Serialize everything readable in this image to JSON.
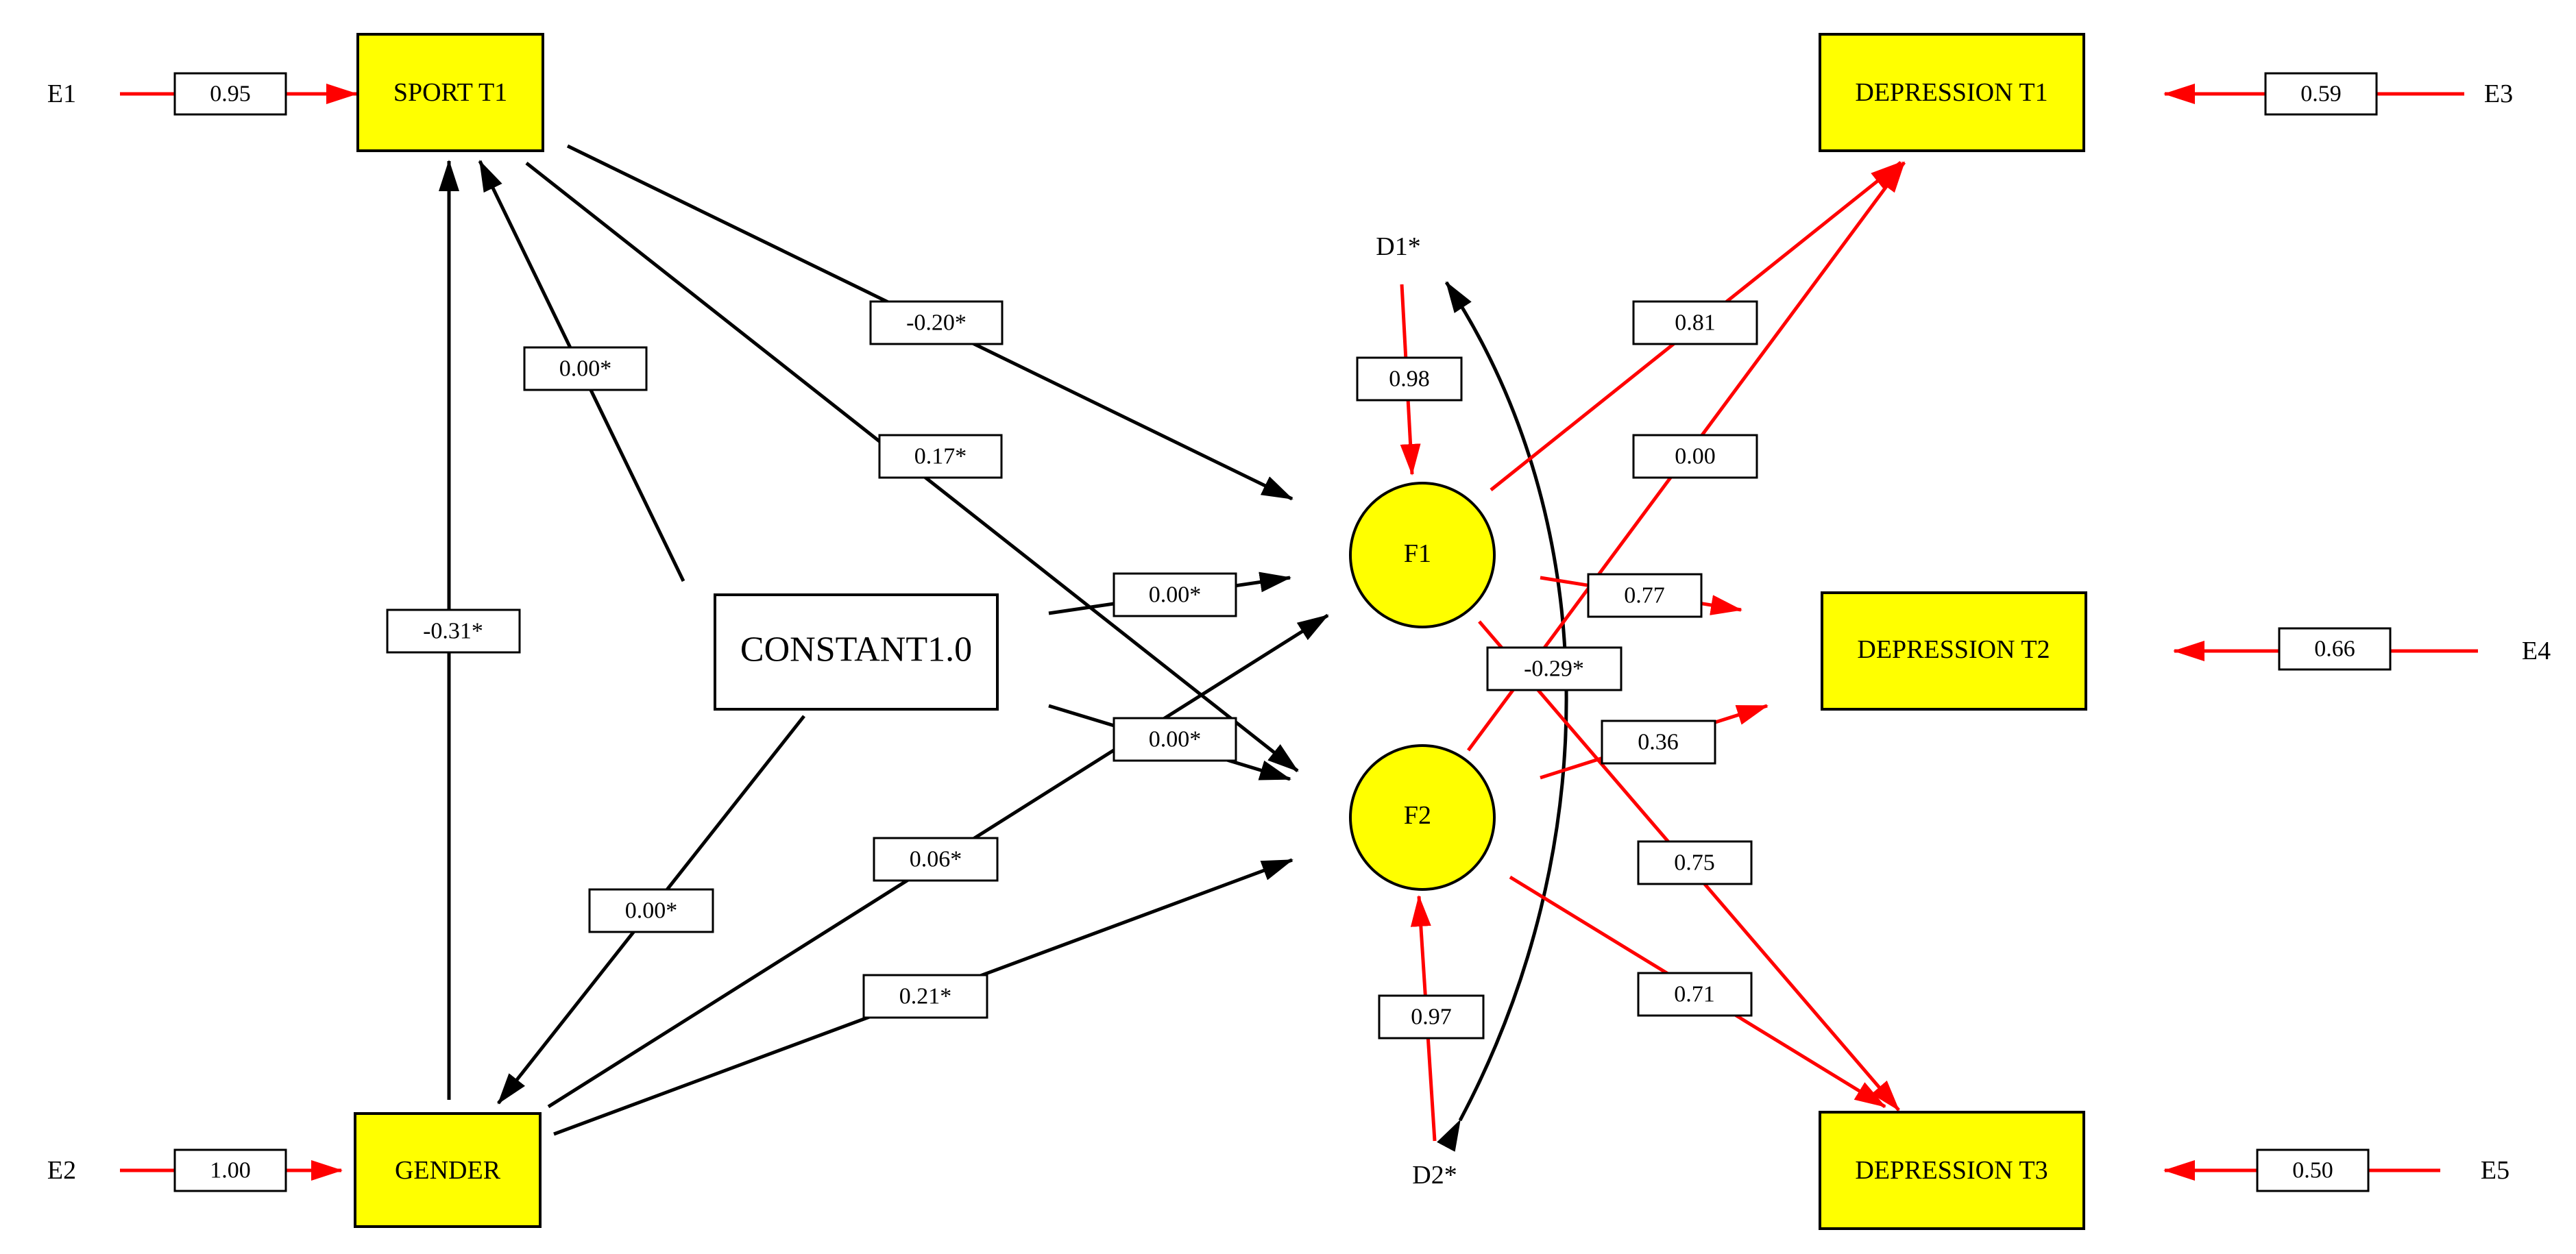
{
  "nodes": {
    "sport_t1": "SPORT T1",
    "gender": "GENDER",
    "constant": "CONSTANT1.0",
    "f1": "F1",
    "f2": "F2",
    "dep_t1": "DEPRESSION T1",
    "dep_t2": "DEPRESSION T2",
    "dep_t3": "DEPRESSION T3"
  },
  "errors": {
    "e1": "E1",
    "e2": "E2",
    "e3": "E3",
    "e4": "E4",
    "e5": "E5",
    "d1": "D1*",
    "d2": "D2*"
  },
  "coefficients": {
    "e1_sport": "0.95",
    "e2_gender": "1.00",
    "e3_dep1": "0.59",
    "e4_dep2": "0.66",
    "e5_dep3": "0.50",
    "d1_f1": "0.98",
    "d2_f2": "0.97",
    "sport_f1": "-0.20*",
    "sport_f2": "0.17*",
    "const_sport": "0.00*",
    "gender_sport": "-0.31*",
    "const_gender": "0.00*",
    "const_f1": "0.00*",
    "const_f2": "0.00*",
    "gender_f1": "0.06*",
    "gender_f2": "0.21*",
    "f1_dep1": "0.81",
    "f2_dep1": "0.00",
    "f1_dep2": "0.77",
    "f2_dep2": "0.36",
    "f1_dep3": "0.75",
    "f2_dep3": "0.71",
    "d1_d2": "-0.29*"
  },
  "colors": {
    "node_fill": "#ffff00",
    "red_path": "#ff0000",
    "black_path": "#000000"
  }
}
